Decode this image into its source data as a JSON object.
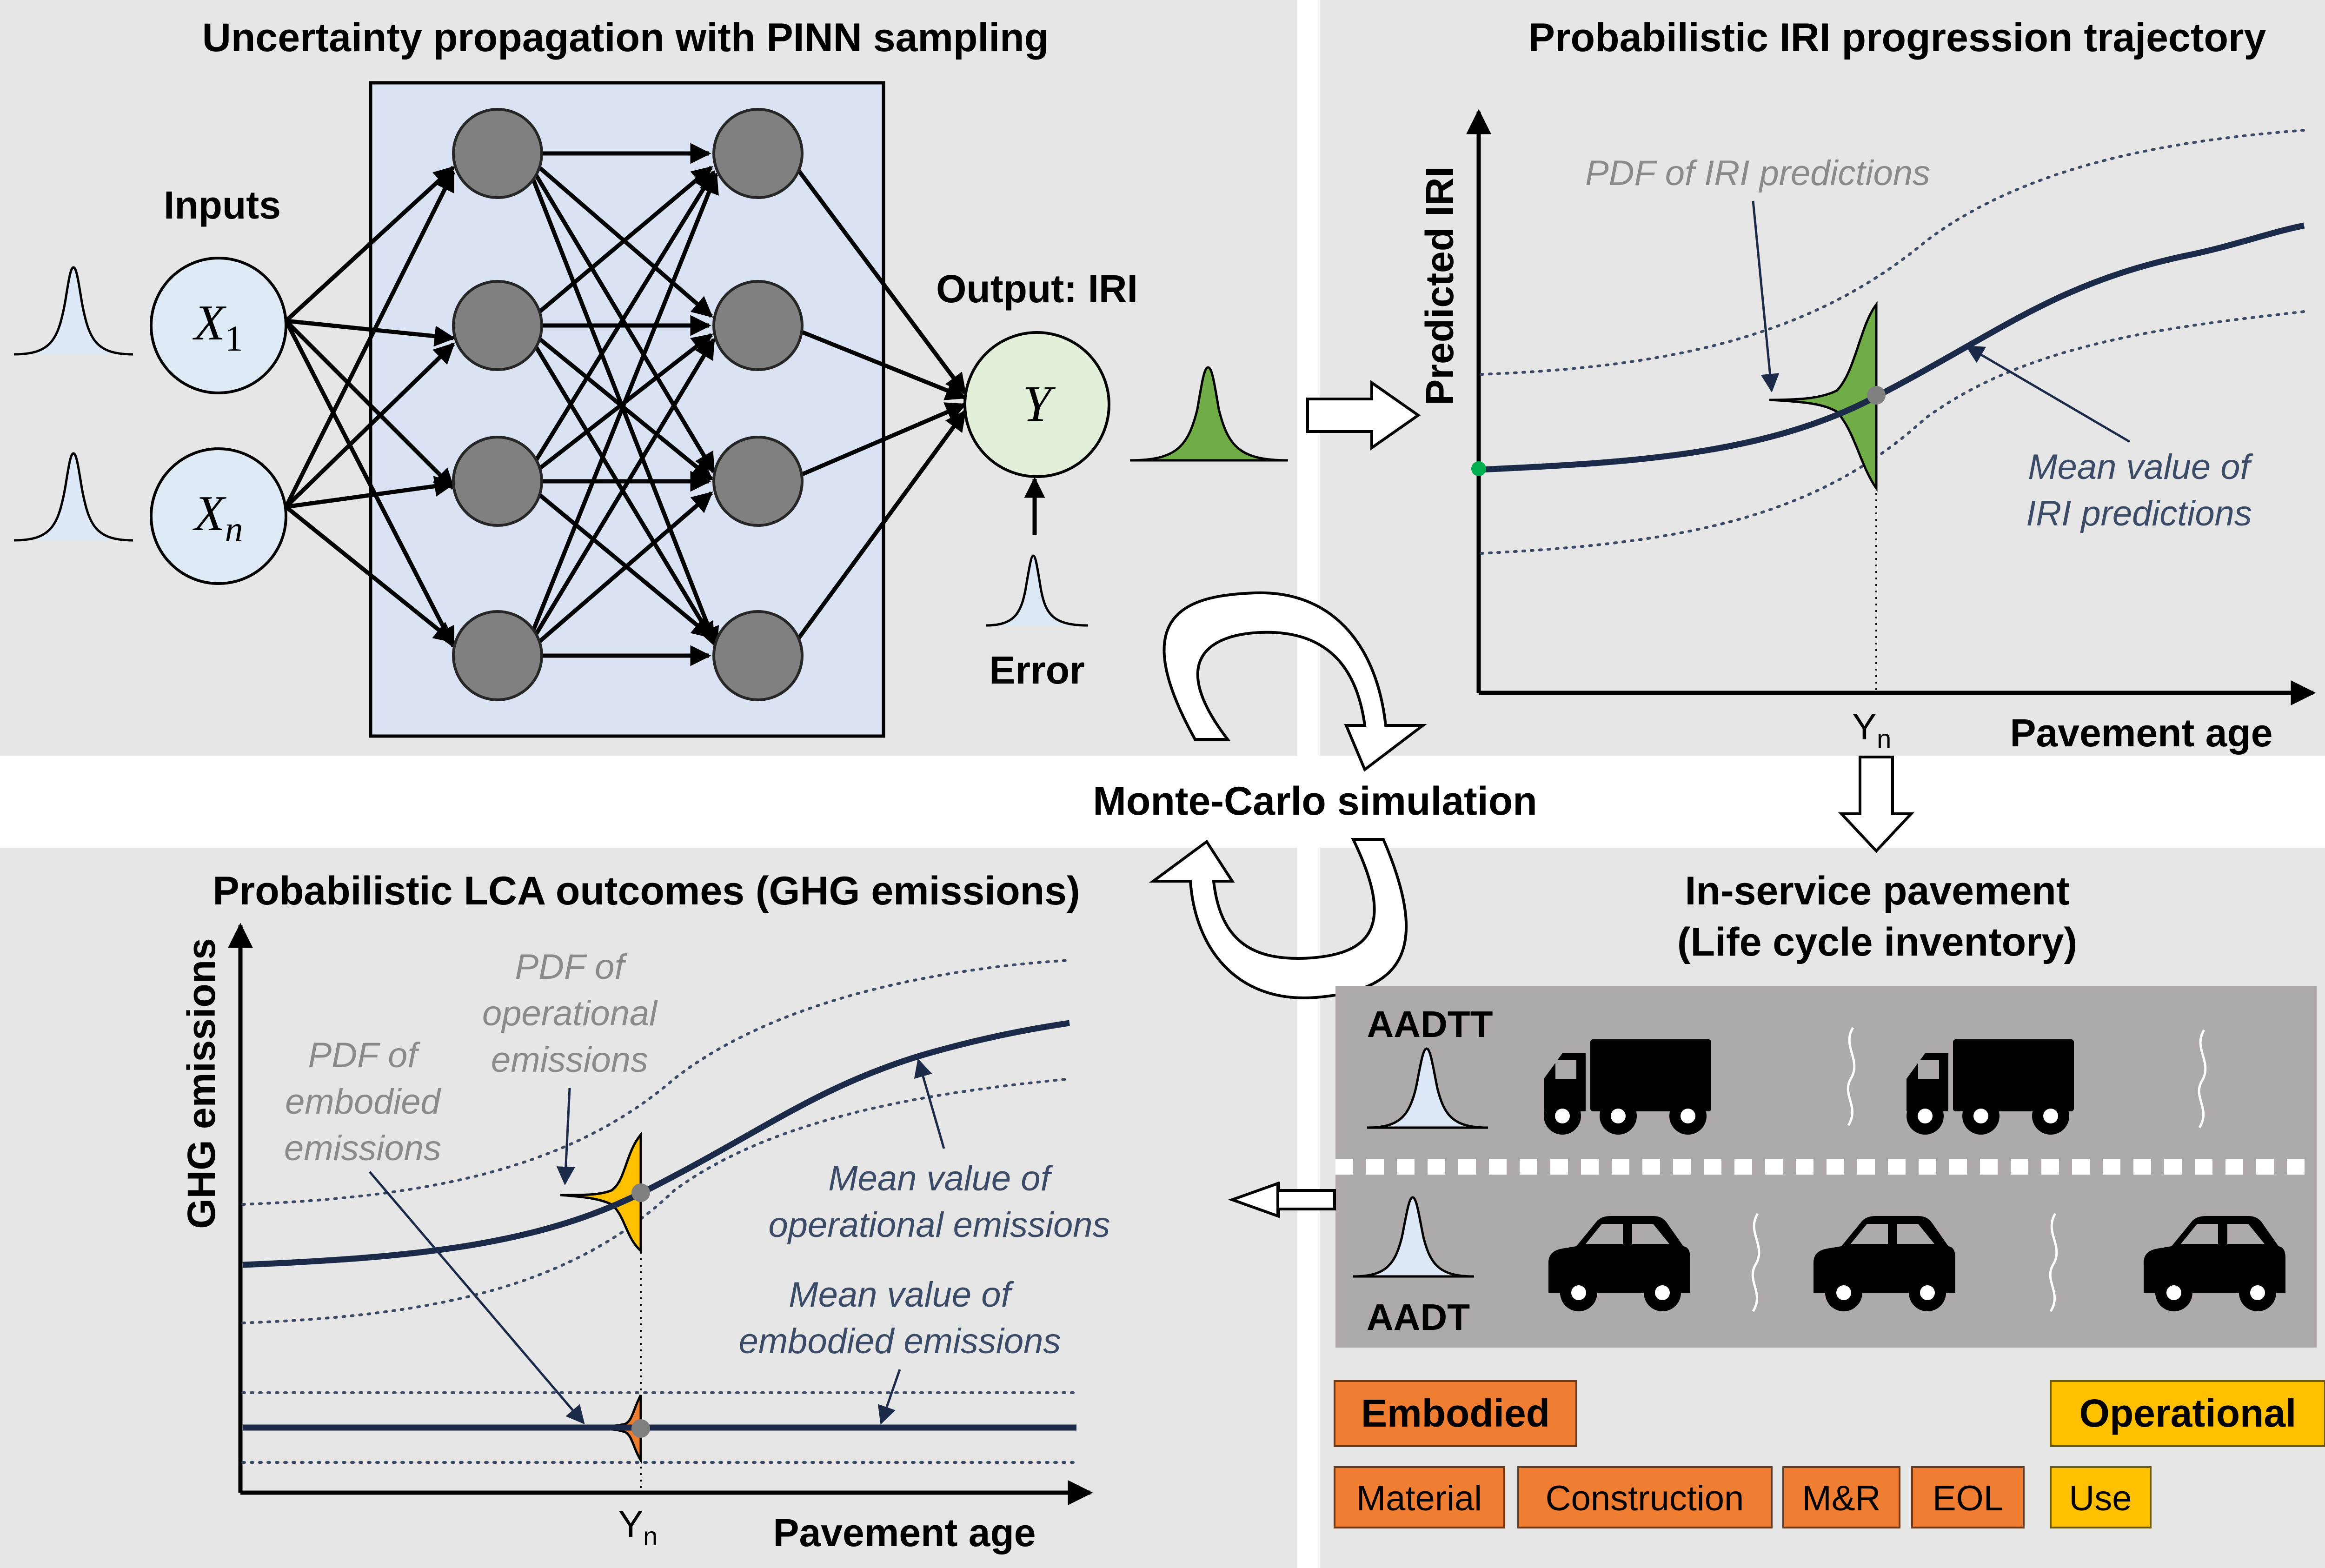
{
  "panels": {
    "pinn": {
      "title": "Uncertainty propagation with PINN sampling",
      "inputs_label": "Inputs",
      "input_nodes": [
        "X1",
        "Xn"
      ],
      "output_label": "Output: IRI",
      "output_node": "Y",
      "error_label": "Error"
    },
    "iri": {
      "title": "Probabilistic IRI progression trajectory",
      "ylabel": "Predicted IRI",
      "xlabel": "Pavement age",
      "x_marker": "Yn",
      "pdf_label": "PDF of IRI predictions",
      "mean_label": [
        "Mean value of",
        "IRI predictions"
      ]
    },
    "center": {
      "label": "Monte-Carlo simulation"
    },
    "inventory": {
      "title": [
        "In-service pavement",
        "(Life cycle inventory)"
      ],
      "lane_top_label": "AADTT",
      "lane_bottom_label": "AADT",
      "embodied_label": "Embodied",
      "operational_label": "Operational",
      "embodied_items": [
        "Material",
        "Construction",
        "M&R",
        "EOL"
      ],
      "operational_items": [
        "Use"
      ]
    },
    "lca": {
      "title": "Probabilistic LCA outcomes (GHG emissions)",
      "ylabel": "GHG emissions",
      "xlabel": "Pavement age",
      "x_marker": "Yn",
      "pdf_operational": [
        "PDF of",
        "operational",
        "emissions"
      ],
      "pdf_embodied": [
        "PDF of",
        "embodied",
        "emissions"
      ],
      "mean_operational": [
        "Mean value of",
        "operational emissions"
      ],
      "mean_embodied": [
        "Mean value of",
        "embodied emissions"
      ]
    }
  },
  "colors": {
    "panel_background": "#e6e6e6",
    "network_box": "#dae3f3",
    "node_fill": "#808080",
    "input_node_fill": "#deebf7",
    "output_node_fill": "#e2f0d9",
    "iri_pdf": "#70ad47",
    "operational_pdf": "#ffc000",
    "embodied_pdf": "#ed7d31",
    "mean_line": "#1c2a4a",
    "road": "#aeaaaa",
    "embodied_box": "#ef7d32",
    "operational_box": "#ffc000"
  },
  "icons": [
    "bell-curve-icon",
    "truck-icon",
    "car-icon",
    "cycle-arrow-icon",
    "hollow-arrow-icon"
  ]
}
